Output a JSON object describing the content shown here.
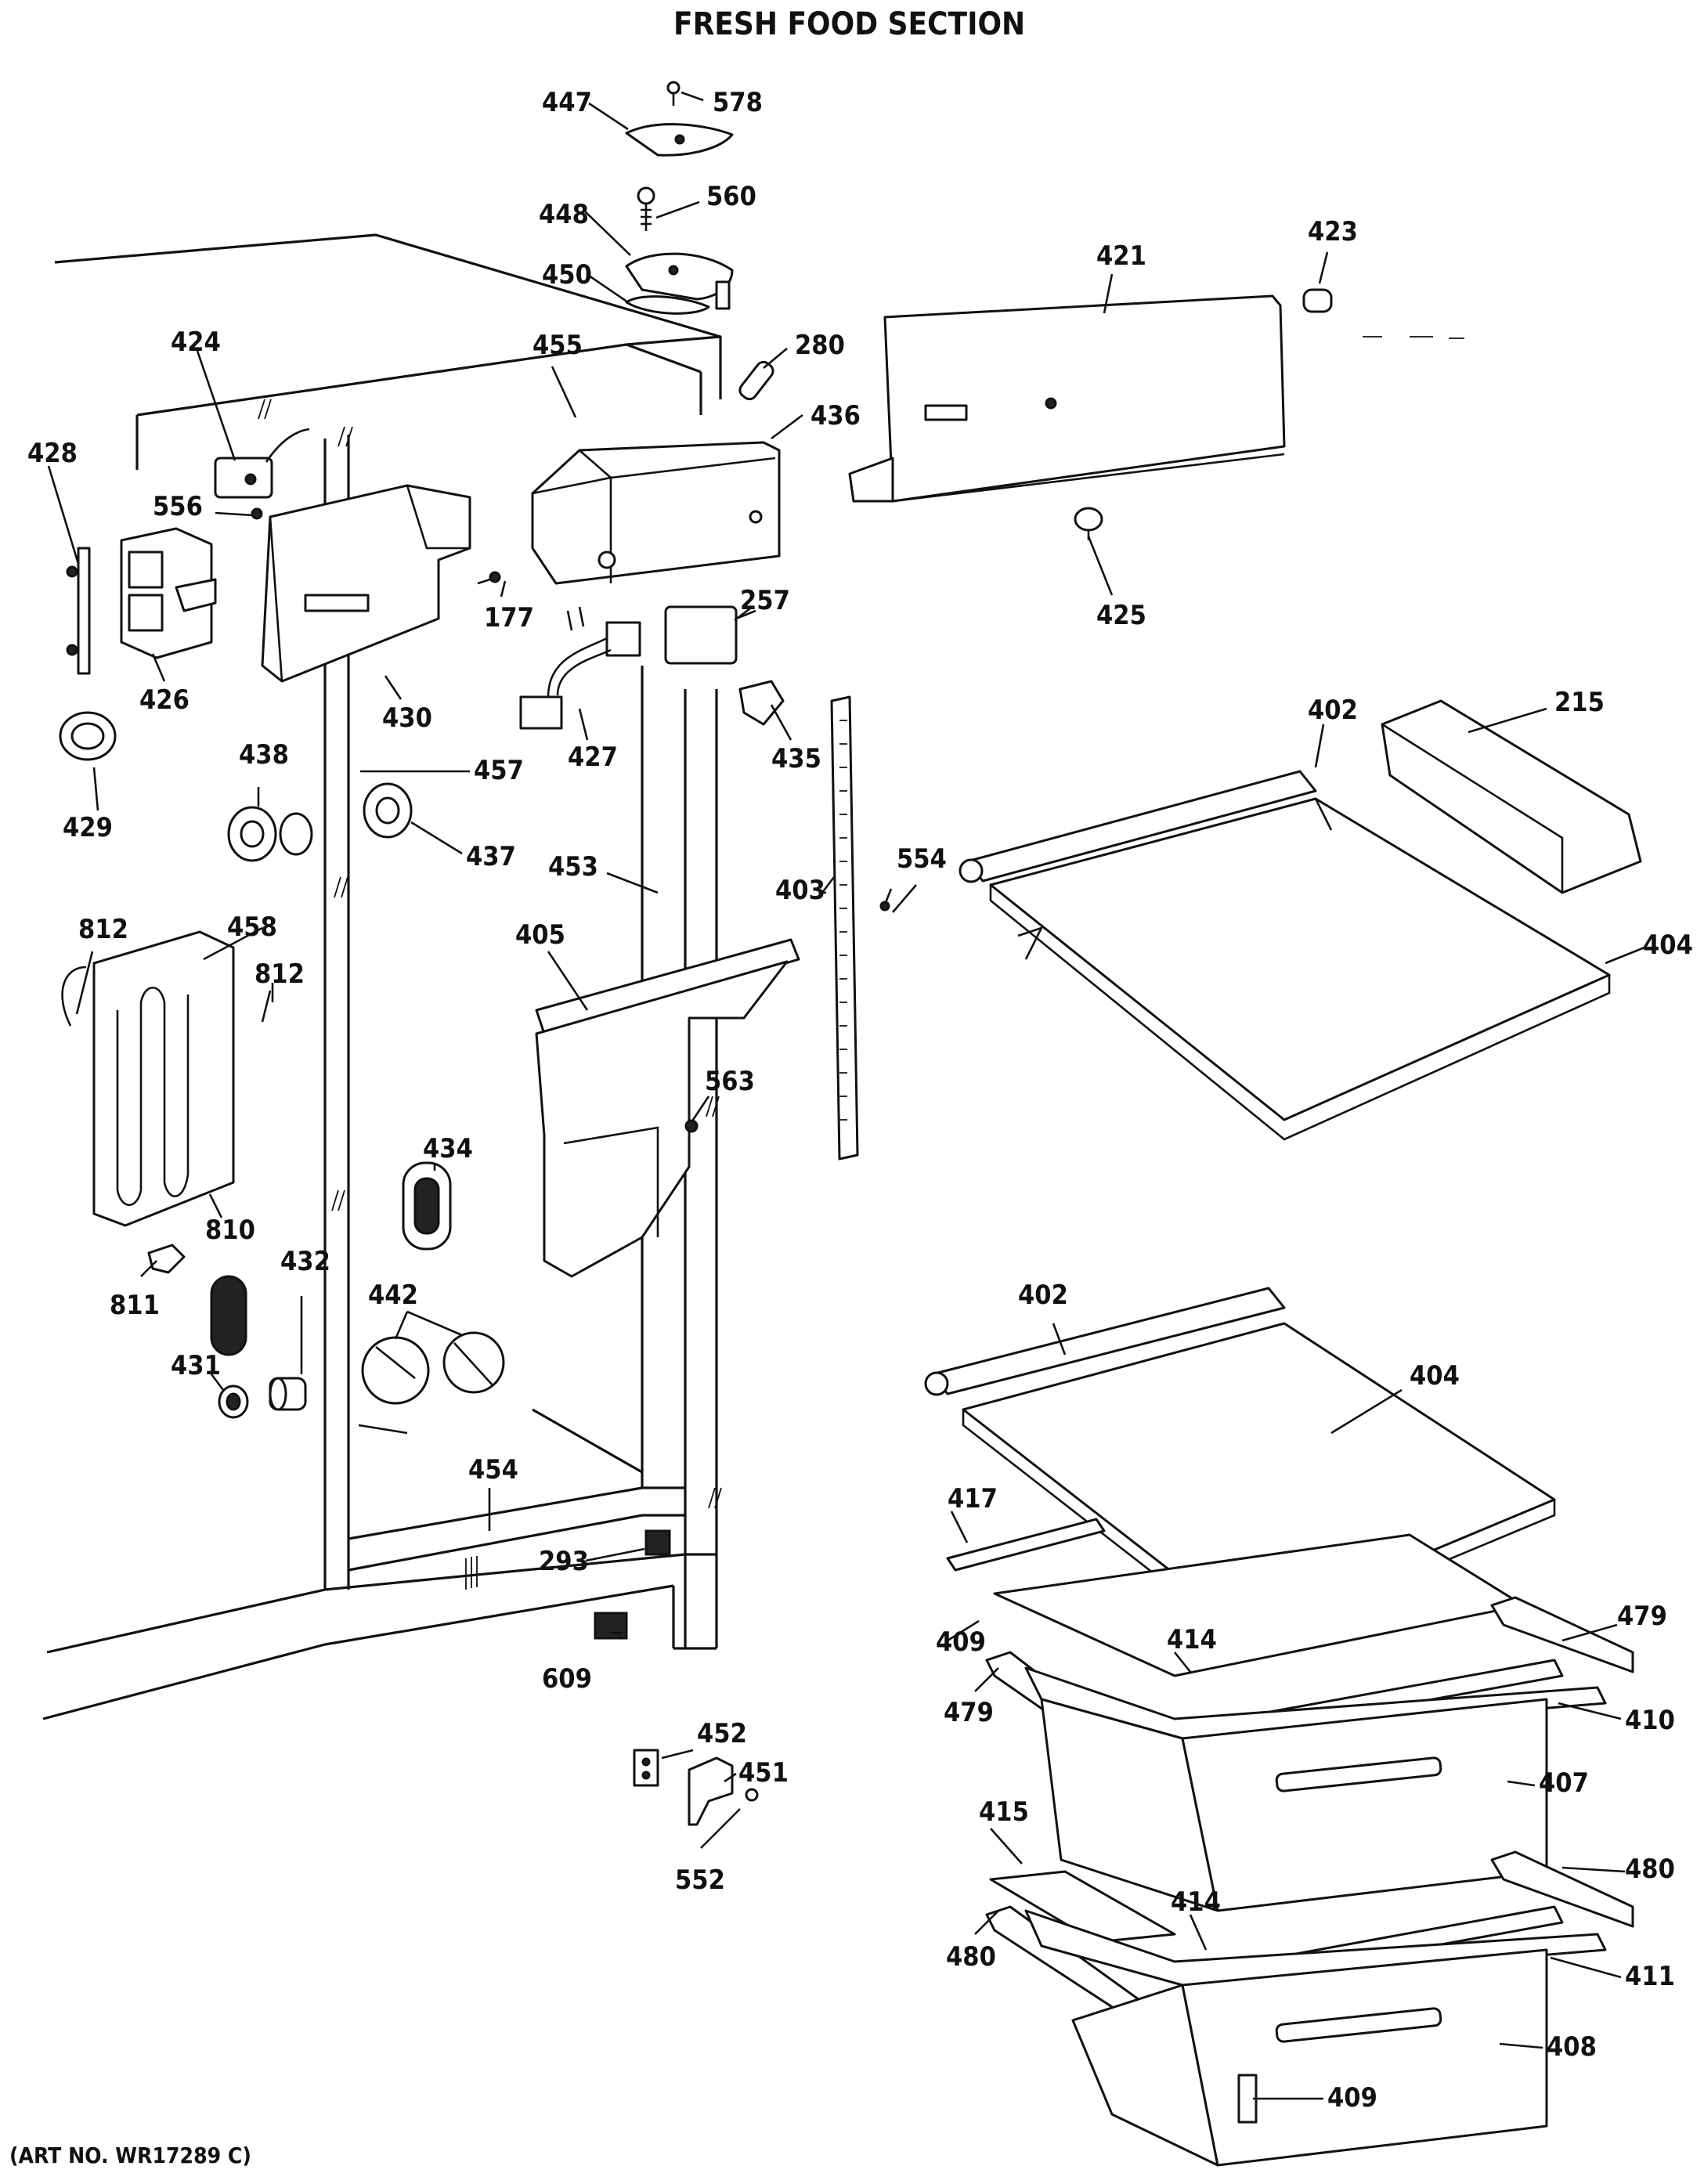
{
  "diagram": {
    "title": "FRESH FOOD SECTION",
    "art_number": "(ART NO. WR17289 C)",
    "callouts": [
      {
        "id": "c578",
        "text": "578"
      },
      {
        "id": "c447",
        "text": "447"
      },
      {
        "id": "c560",
        "text": "560"
      },
      {
        "id": "c448",
        "text": "448"
      },
      {
        "id": "c450",
        "text": "450"
      },
      {
        "id": "c423",
        "text": "423"
      },
      {
        "id": "c421",
        "text": "421"
      },
      {
        "id": "c280",
        "text": "280"
      },
      {
        "id": "c455",
        "text": "455"
      },
      {
        "id": "c424",
        "text": "424"
      },
      {
        "id": "c436",
        "text": "436"
      },
      {
        "id": "c428",
        "text": "428"
      },
      {
        "id": "c556",
        "text": "556"
      },
      {
        "id": "c177",
        "text": "177"
      },
      {
        "id": "c425",
        "text": "425"
      },
      {
        "id": "c257",
        "text": "257"
      },
      {
        "id": "c426",
        "text": "426"
      },
      {
        "id": "c430",
        "text": "430"
      },
      {
        "id": "c427",
        "text": "427"
      },
      {
        "id": "c435",
        "text": "435"
      },
      {
        "id": "c438",
        "text": "438"
      },
      {
        "id": "c457",
        "text": "457"
      },
      {
        "id": "c215",
        "text": "215"
      },
      {
        "id": "c402a",
        "text": "402"
      },
      {
        "id": "c429",
        "text": "429"
      },
      {
        "id": "c437",
        "text": "437"
      },
      {
        "id": "c453",
        "text": "453"
      },
      {
        "id": "c554",
        "text": "554"
      },
      {
        "id": "c403",
        "text": "403"
      },
      {
        "id": "c404a",
        "text": "404"
      },
      {
        "id": "c812a",
        "text": "812"
      },
      {
        "id": "c458",
        "text": "458"
      },
      {
        "id": "c405",
        "text": "405"
      },
      {
        "id": "c812b",
        "text": "812"
      },
      {
        "id": "c563",
        "text": "563"
      },
      {
        "id": "c434",
        "text": "434"
      },
      {
        "id": "c810",
        "text": "810"
      },
      {
        "id": "c811",
        "text": "811"
      },
      {
        "id": "c432",
        "text": "432"
      },
      {
        "id": "c442",
        "text": "442"
      },
      {
        "id": "c402b",
        "text": "402"
      },
      {
        "id": "c404b",
        "text": "404"
      },
      {
        "id": "c431",
        "text": "431"
      },
      {
        "id": "c454",
        "text": "454"
      },
      {
        "id": "c417",
        "text": "417"
      },
      {
        "id": "c293",
        "text": "293"
      },
      {
        "id": "c479a",
        "text": "479"
      },
      {
        "id": "c409a",
        "text": "409"
      },
      {
        "id": "c414a",
        "text": "414"
      },
      {
        "id": "c609",
        "text": "609"
      },
      {
        "id": "c479b",
        "text": "479"
      },
      {
        "id": "c410",
        "text": "410"
      },
      {
        "id": "c452",
        "text": "452"
      },
      {
        "id": "c407",
        "text": "407"
      },
      {
        "id": "c451",
        "text": "451"
      },
      {
        "id": "c415",
        "text": "415"
      },
      {
        "id": "c480a",
        "text": "480"
      },
      {
        "id": "c552",
        "text": "552"
      },
      {
        "id": "c414b",
        "text": "414"
      },
      {
        "id": "c480b",
        "text": "480"
      },
      {
        "id": "c411",
        "text": "411"
      },
      {
        "id": "c408",
        "text": "408"
      },
      {
        "id": "c409b",
        "text": "409"
      }
    ]
  }
}
